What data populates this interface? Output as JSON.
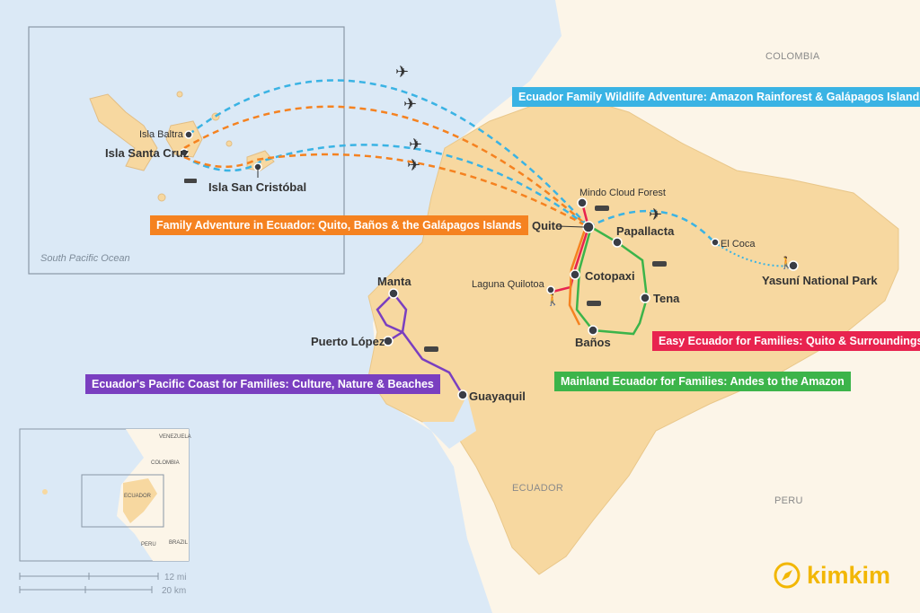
{
  "countries": {
    "colombia": "COLOMBIA",
    "peru": "PERU",
    "ecuador": "ECUADOR"
  },
  "ocean": "South Pacific Ocean",
  "places": {
    "isla_baltra": "Isla Baltra",
    "isla_santa_cruz": "Isla Santa Cruz",
    "isla_san_cristobal": "Isla San Cristóbal",
    "mindo": "Mindo Cloud Forest",
    "quito": "Quito",
    "papallacta": "Papallacta",
    "cotopaxi": "Cotopaxi",
    "laguna_quilotoa": "Laguna Quilotoa",
    "tena": "Tena",
    "banos": "Baños",
    "el_coca": "El Coca",
    "yasuni": "Yasuní National Park",
    "manta": "Manta",
    "puerto_lopez": "Puerto López",
    "guayaquil": "Guayaquil"
  },
  "routes": [
    {
      "name": "Ecuador Family Wildlife Adventure: Amazon Rainforest & Galápagos Islands",
      "color": "#3ab3e4"
    },
    {
      "name": "Family Adventure in Ecuador: Quito, Baños & the Galápagos Islands",
      "color": "#f58220"
    },
    {
      "name": "Easy Ecuador for Families: Quito & Surroundings",
      "color": "#e8234f"
    },
    {
      "name": "Mainland Ecuador for Families: Andes to the Amazon",
      "color": "#3cb44a"
    },
    {
      "name": "Ecuador's Pacific Coast for Families: Culture, Nature & Beaches",
      "color": "#7a3fc0"
    }
  ],
  "overview": {
    "venezuela": "VENEZUELA",
    "colombia": "COLOMBIA",
    "ecuador": "ECUADOR",
    "peru": "PERU",
    "brazil": "BRAZIL"
  },
  "scale": {
    "miles": "12 mi",
    "km": "20 km"
  },
  "logo": "kimkim"
}
